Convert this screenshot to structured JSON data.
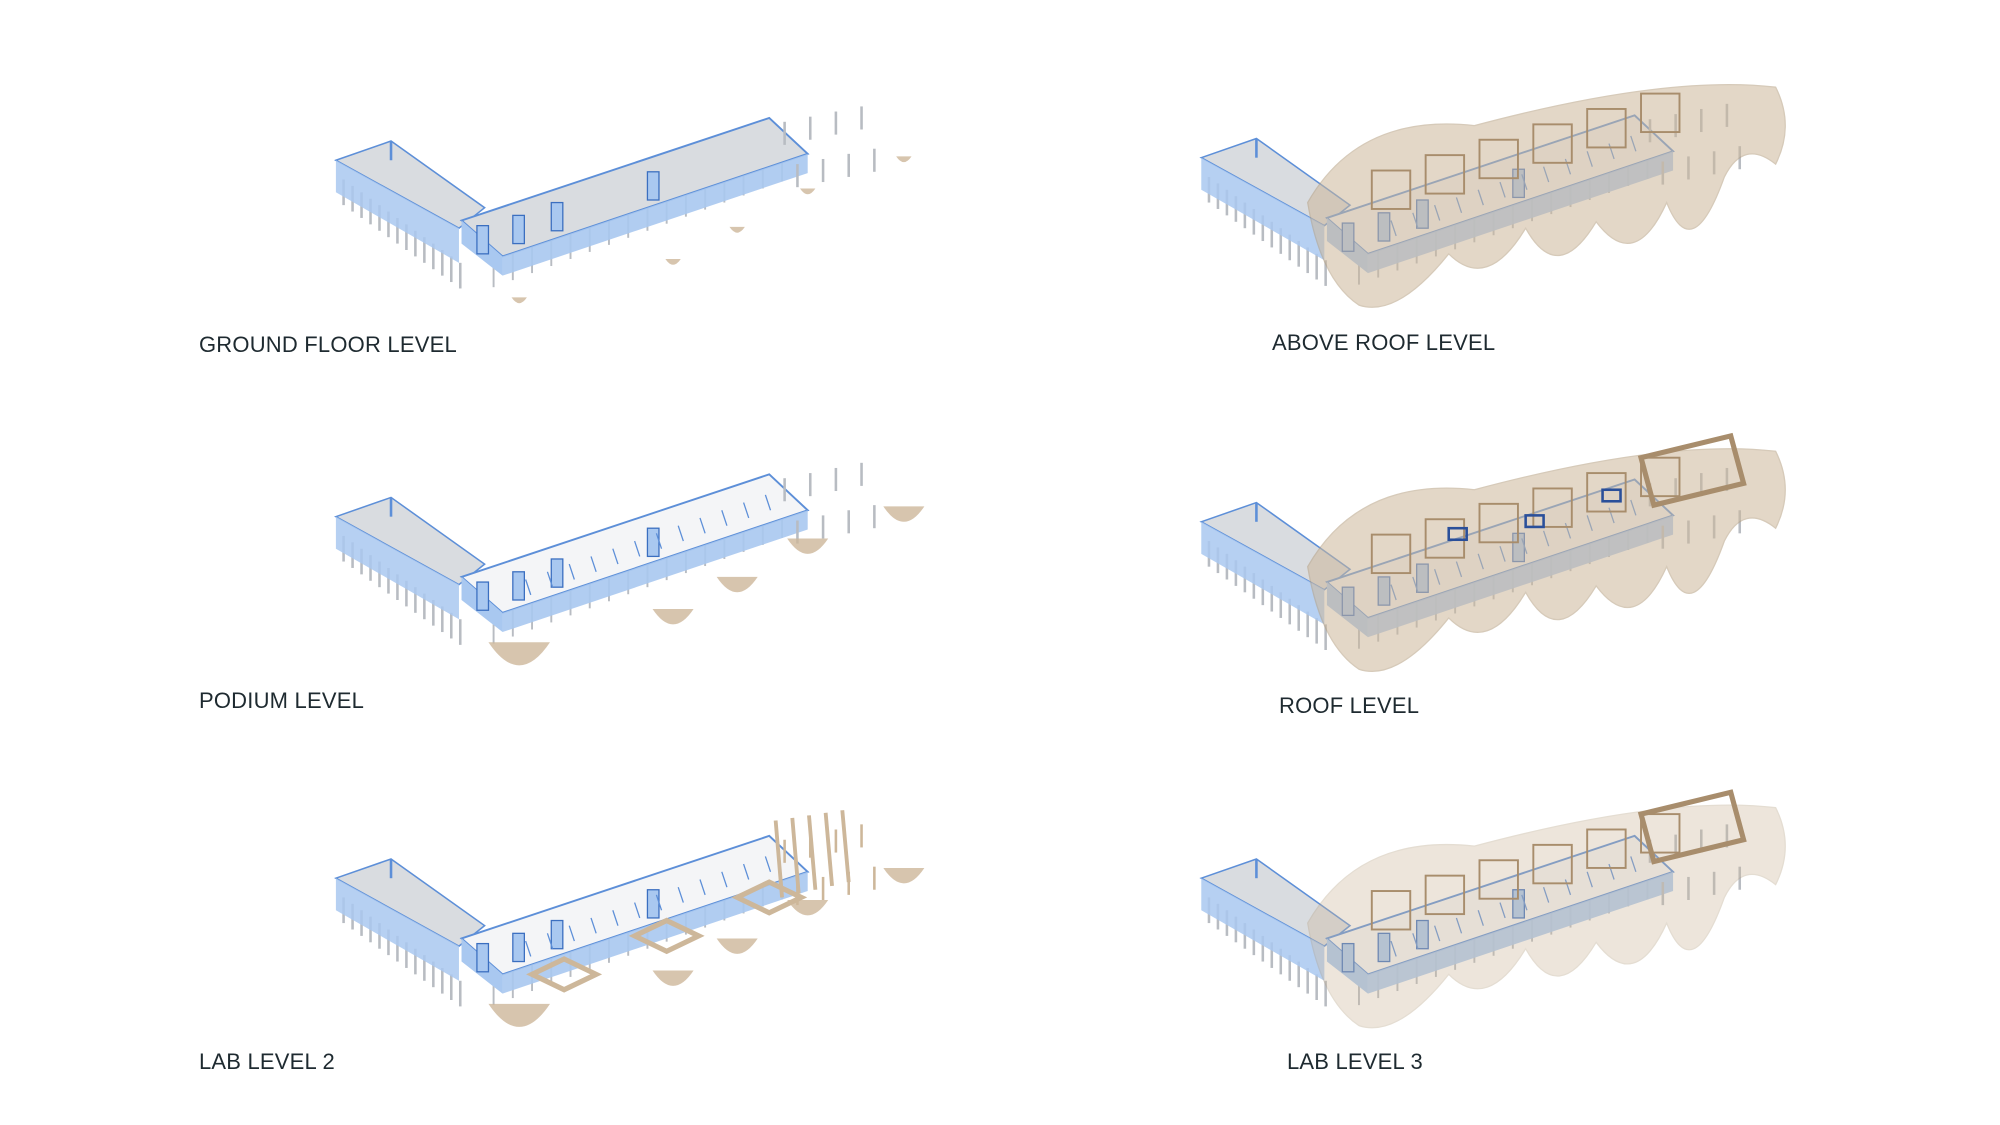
{
  "panels": [
    {
      "id": "ground-floor",
      "label": "GROUND FLOOR LEVEL",
      "variant": "ground"
    },
    {
      "id": "above-roof",
      "label": "ABOVE ROOF LEVEL",
      "variant": "above"
    },
    {
      "id": "podium",
      "label": "PODIUM LEVEL",
      "variant": "podium"
    },
    {
      "id": "roof",
      "label": "ROOF LEVEL",
      "variant": "roof"
    },
    {
      "id": "lab-level-2",
      "label": "LAB LEVEL 2",
      "variant": "lab2"
    },
    {
      "id": "lab-level-3",
      "label": "LAB LEVEL 3",
      "variant": "lab3"
    }
  ],
  "colors": {
    "text": "#1e2a30",
    "slab_blue": "#a9c8f0",
    "slab_edge": "#5d8fd8",
    "slab_grey": "#d9dce0",
    "timber": "#cdb79a",
    "column": "#b8bcc2",
    "floor_white": "#f4f5f7"
  }
}
